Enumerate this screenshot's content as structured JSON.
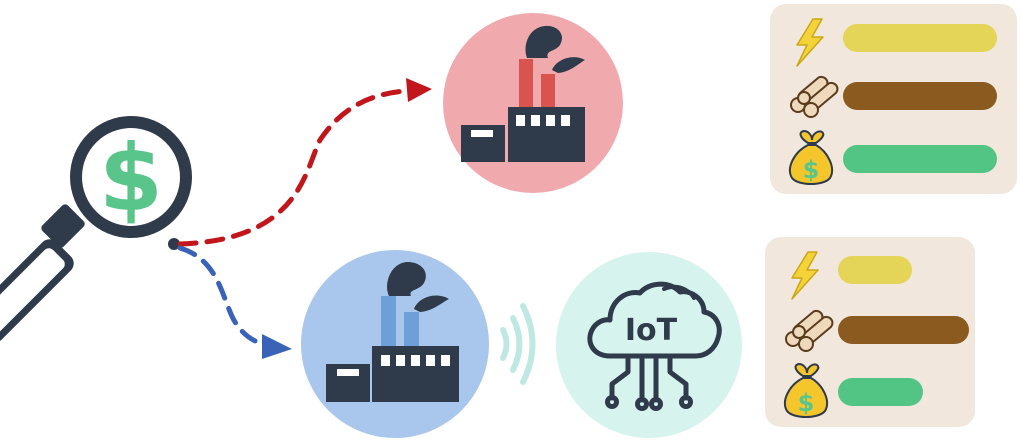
{
  "colors": {
    "dark": "#2f3a4b",
    "dollar_green": "#5ac58a",
    "red_arrow": "#c0161c",
    "blue_arrow": "#3a63b8",
    "factory_top_circle": "#f0aaae",
    "factory_top_stacks": "#d9534f",
    "factory_bottom_circle": "#a9c7ec",
    "factory_bottom_stacks": "#6f9fd8",
    "iot_circle": "#d6f3ee",
    "wifi_waves": "#bfe8e3",
    "panel_bg": "#f1e7dd",
    "energy_bar": "#e4d458",
    "wood_bar": "#8a5a1f",
    "money_bar": "#52c585",
    "bolt": "#f4d33a"
  },
  "icons": {
    "magnifier": "magnifying-glass-dollar-icon",
    "factory": "factory-icon",
    "iot": "iot-cloud-icon",
    "wifi": "wifi-signal-icon",
    "energy": "lightning-bolt-icon",
    "wood": "wood-logs-icon",
    "money": "money-bag-icon"
  },
  "labels": {
    "iot": "IoT",
    "dollar": "$",
    "money_symbol": "$"
  },
  "panels": {
    "traditional": {
      "energy_level": 1.0,
      "wood_level": 1.0,
      "money_level": 1.0
    },
    "iot": {
      "energy_level": 0.48,
      "wood_level": 0.85,
      "money_level": 0.55
    }
  }
}
